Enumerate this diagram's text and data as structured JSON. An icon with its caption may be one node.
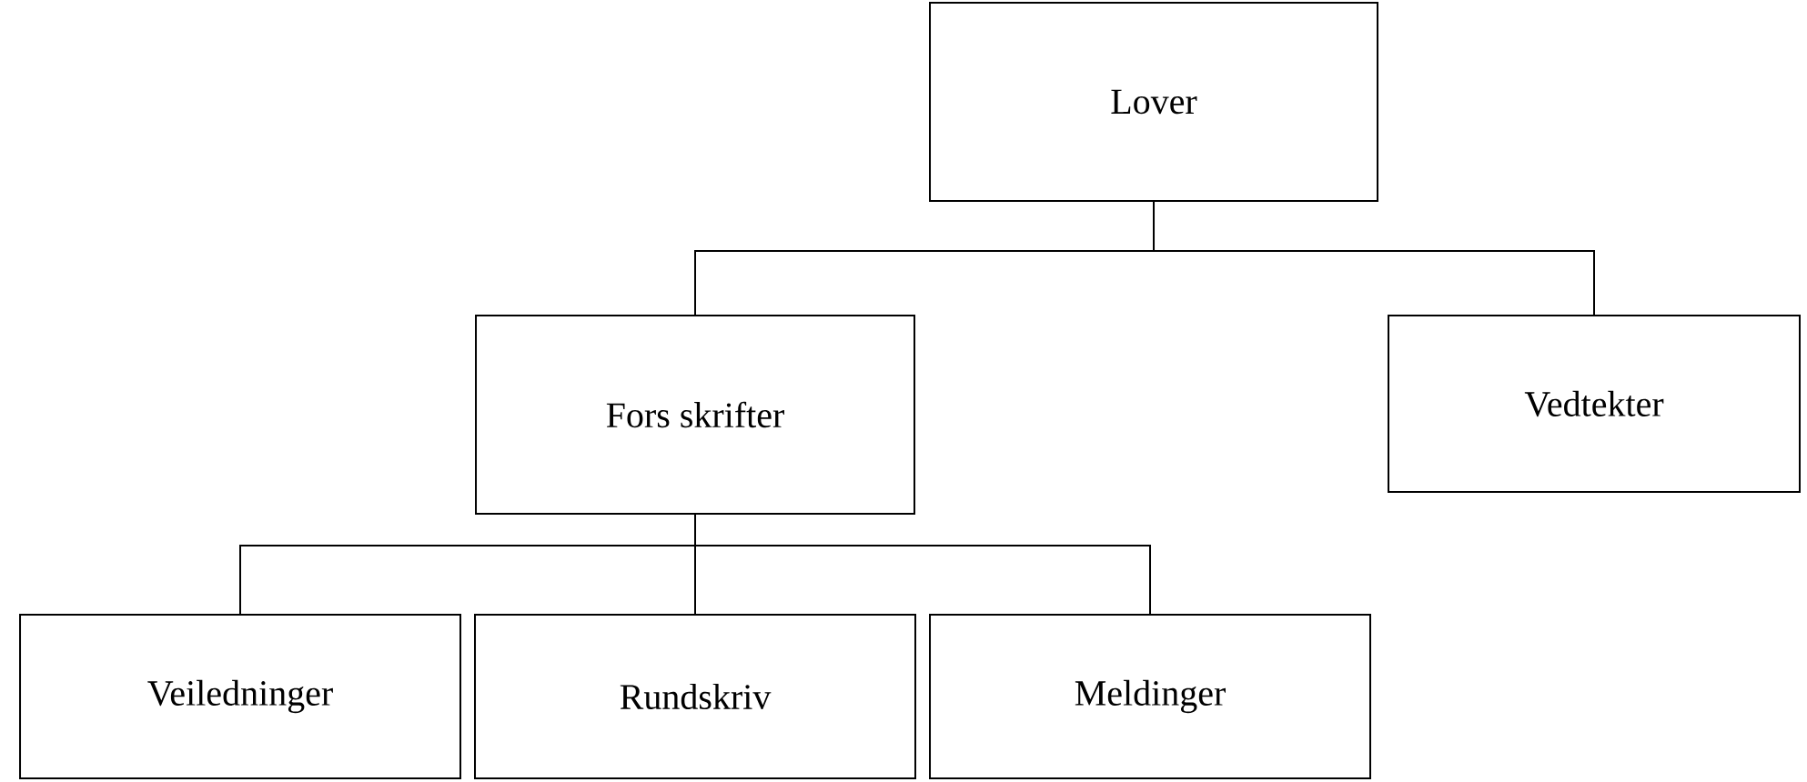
{
  "diagram": {
    "nodes": [
      {
        "text": [
          "Lover"
        ]
      },
      {
        "text": [
          "Fors skrifter"
        ]
      },
      {
        "text": [
          "Vedtekter"
        ]
      },
      {
        "text": [
          "Veiledninger"
        ]
      },
      {
        "text": [
          "Rundskriv"
        ]
      },
      {
        "text": [
          "Meldinger"
        ]
      }
    ],
    "edges": [
      {
        "from": 0,
        "to": 1,
        "arrow": "none"
      },
      {
        "from": 0,
        "to": 2,
        "arrow": "none"
      },
      {
        "from": 1,
        "to": 3,
        "arrow": "none"
      },
      {
        "from": 1,
        "to": 4,
        "arrow": "none"
      },
      {
        "from": 1,
        "to": 5,
        "arrow": "none"
      }
    ]
  }
}
